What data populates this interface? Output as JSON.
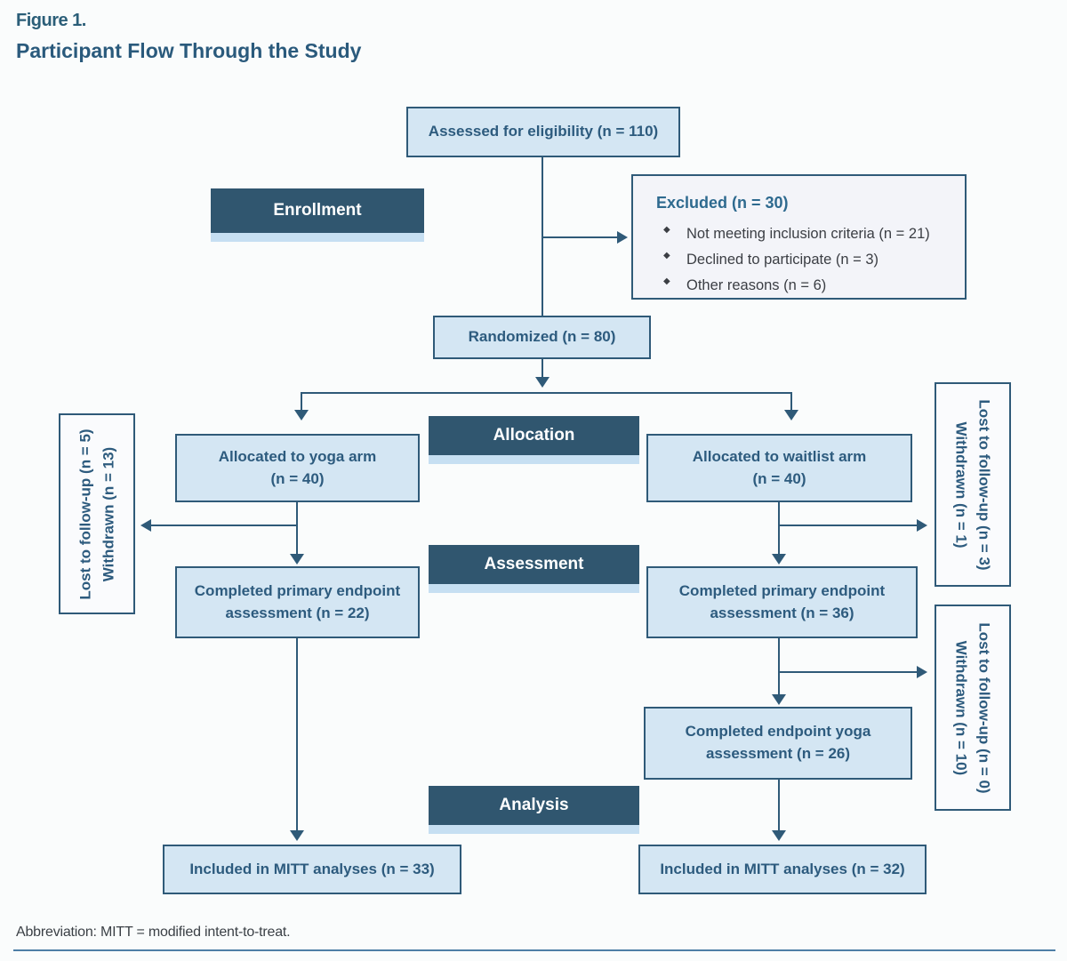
{
  "figure": {
    "label": "Figure 1.",
    "title": "Participant Flow Through the Study",
    "footnote": "Abbreviation: MITT = modified intent-to-treat."
  },
  "sections": {
    "enrollment": "Enrollment",
    "allocation": "Allocation",
    "assessment": "Assessment",
    "analysis": "Analysis"
  },
  "nodes": {
    "assessed": "Assessed for eligibility (n = 110)",
    "excluded": {
      "title": "Excluded (n = 30)",
      "items": [
        "Not meeting inclusion criteria (n = 21)",
        "Declined to participate (n = 3)",
        "Other reasons (n = 6)"
      ]
    },
    "randomized": "Randomized (n = 80)",
    "yoga_arm": {
      "line1": "Allocated to yoga arm",
      "line2": "(n = 40)"
    },
    "waitlist_arm": {
      "line1": "Allocated to waitlist arm",
      "line2": "(n = 40)"
    },
    "yoga_completed": {
      "line1": "Completed primary endpoint",
      "line2": "assessment (n = 22)"
    },
    "waitlist_completed": {
      "line1": "Completed primary endpoint",
      "line2": "assessment (n = 36)"
    },
    "waitlist_endpoint_yoga": {
      "line1": "Completed endpoint yoga",
      "line2": "assessment (n = 26)"
    },
    "yoga_mitt": "Included in MITT analyses (n = 33)",
    "waitlist_mitt": "Included in MITT analyses (n = 32)",
    "yoga_attrition": {
      "line1": "Lost to follow-up (n = 5)",
      "line2": "Withdrawn (n = 13)"
    },
    "waitlist_attrition_1": {
      "line1": "Lost to follow-up (n = 3)",
      "line2": "Withdrawn (n = 1)"
    },
    "waitlist_attrition_2": {
      "line1": "Lost to follow-up (n = 0)",
      "line2": "Withdrawn (n = 10)"
    }
  },
  "colors": {
    "line": "#2f5a78",
    "box_fill": "#d4e6f3",
    "box_text": "#2d5b7e",
    "header_fill": "#30566f",
    "header_bar": "#c6dff2",
    "panel_fill": "#f3f4f9",
    "background": "#fafcfc"
  }
}
